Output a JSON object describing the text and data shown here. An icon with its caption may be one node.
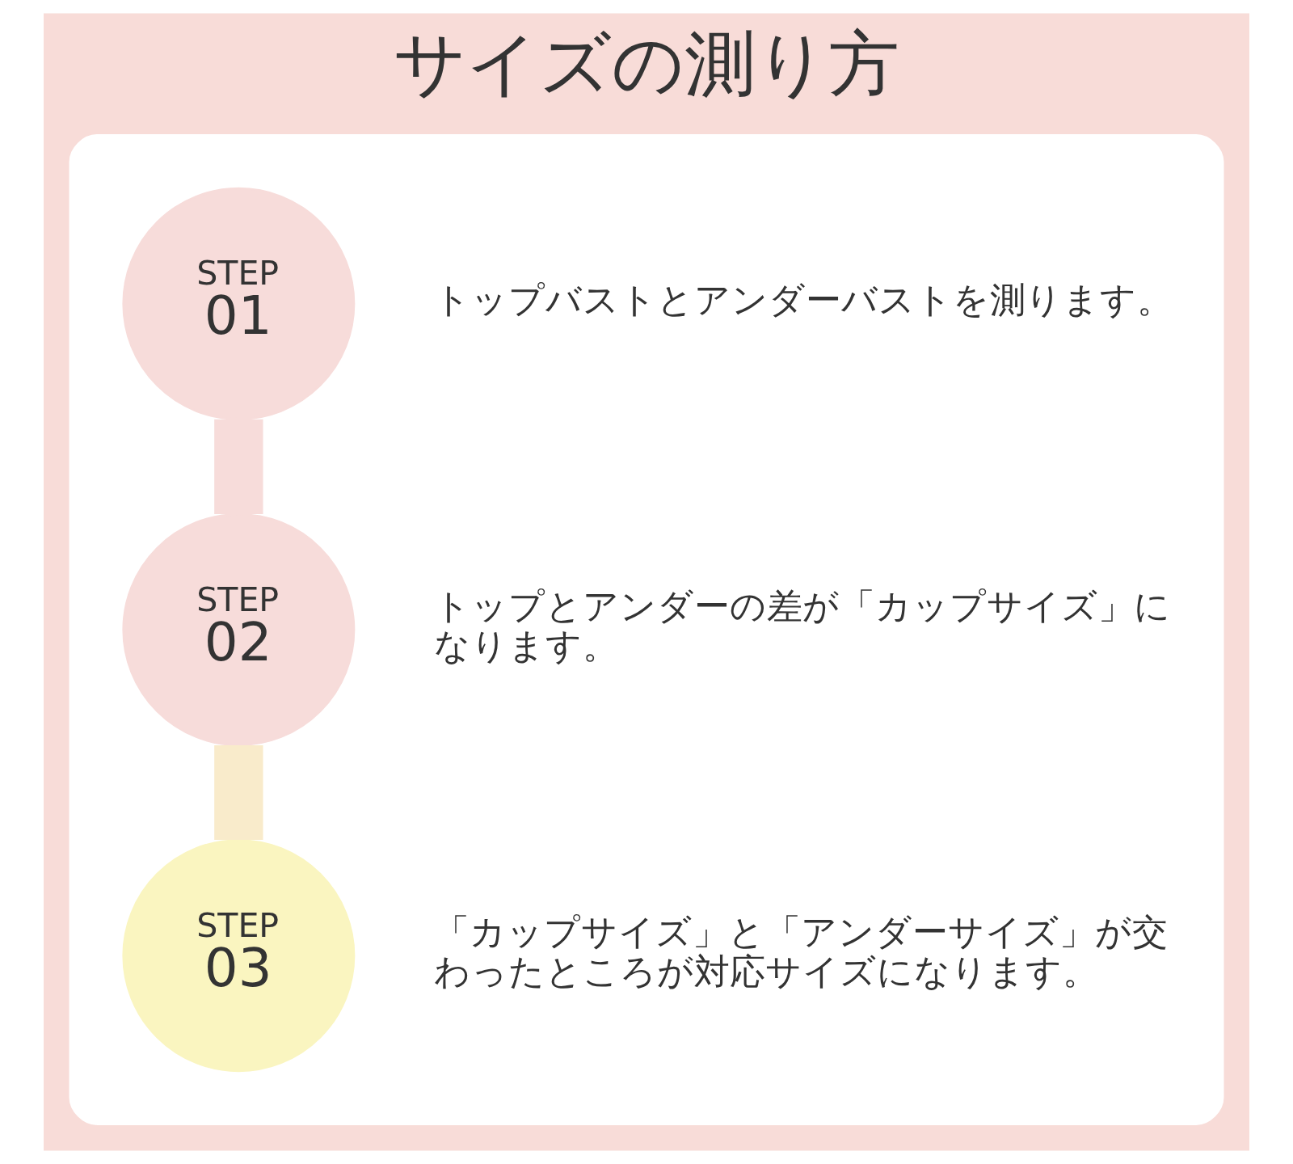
{
  "diagram": {
    "title": "サイズの測り方",
    "nodes": [
      {
        "text": [],
        "shape": "box"
      },
      {
        "text": [
          "STEP",
          "01"
        ],
        "in": 0,
        "beside": [
          "トップバストとアンダーバストを測ります。"
        ]
      },
      {
        "text": [
          "STEP",
          "02"
        ],
        "in": 0,
        "beside": [
          "トップとアンダーの差が「カップサイズ」になります。"
        ]
      },
      {
        "text": [
          "STEP",
          "03"
        ],
        "in": 0,
        "beside": [
          "「カップサイズ」と「アンダーサイズ」が交わったところが対応サイズになります。"
        ]
      }
    ],
    "edges": [
      {
        "from": 1,
        "to": 2,
        "arrow": "none",
        "color": "#f7dcda"
      },
      {
        "from": 2,
        "to": 3,
        "arrow": "none",
        "color": "#f9ebcb"
      }
    ]
  }
}
